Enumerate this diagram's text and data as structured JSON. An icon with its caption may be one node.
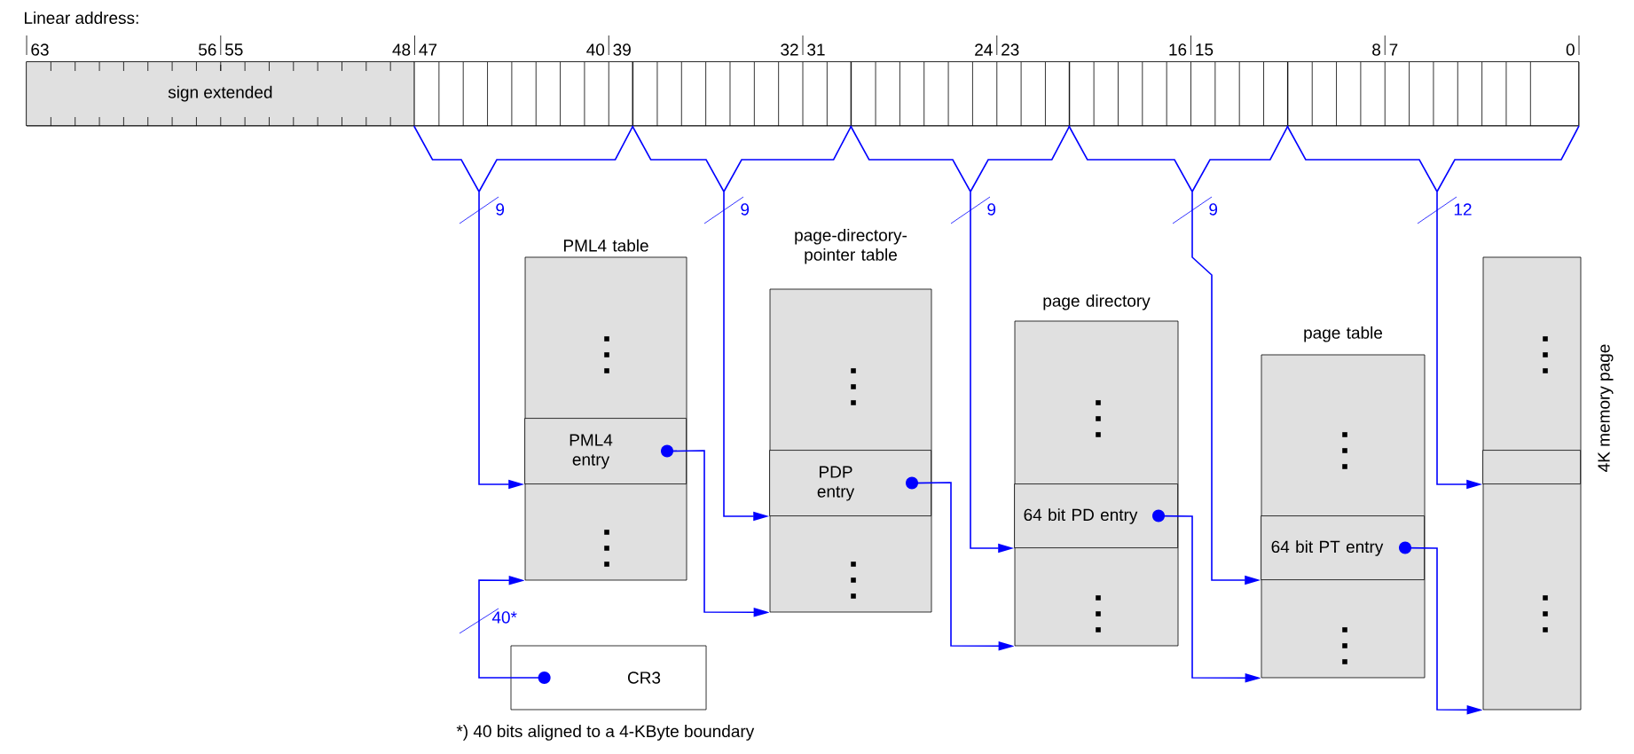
{
  "diagram": {
    "nodes": [
      {
        "text": [
          "Linear address:"
        ]
      },
      {
        "text": [
          "sign extended"
        ],
        "in": 0
      },
      {
        "text": [],
        "shape": "box",
        "in": 0
      },
      {
        "text": [],
        "shape": "box",
        "in": 0
      },
      {
        "text": [],
        "shape": "box",
        "in": 0
      },
      {
        "text": [],
        "shape": "box",
        "in": 0
      },
      {
        "text": [],
        "shape": "box",
        "in": 0
      },
      {
        "text": [
          "PML4 table"
        ]
      },
      {
        "text": [
          "PML4 entry"
        ],
        "in": 7
      },
      {
        "text": [
          "page-directory-pointer table"
        ]
      },
      {
        "text": [
          "PDP entry"
        ],
        "in": 9
      },
      {
        "text": [
          "page directory"
        ]
      },
      {
        "text": [
          "64 bit PD entry"
        ],
        "in": 11
      },
      {
        "text": [
          "page table"
        ]
      },
      {
        "text": [
          "64 bit PT entry"
        ],
        "in": 13
      },
      {
        "text": [
          "4K memory page"
        ]
      },
      {
        "text": [],
        "shape": "box",
        "in": 15
      },
      {
        "text": [
          "CR3"
        ]
      }
    ],
    "edges": [
      {
        "from": 2,
        "to": 8,
        "arrow": "to",
        "label": "9"
      },
      {
        "from": 3,
        "to": 10,
        "arrow": "to",
        "label": "9"
      },
      {
        "from": 4,
        "to": 12,
        "arrow": "to",
        "label": "9"
      },
      {
        "from": 5,
        "to": 14,
        "arrow": "to",
        "label": "9"
      },
      {
        "from": 6,
        "to": 16,
        "arrow": "to",
        "label": "12"
      },
      {
        "from": 17,
        "to": 7,
        "arrow": "to",
        "label": "40*"
      },
      {
        "from": 8,
        "to": 9,
        "arrow": "to"
      },
      {
        "from": 10,
        "to": 11,
        "arrow": "to"
      },
      {
        "from": 12,
        "to": 13,
        "arrow": "to"
      },
      {
        "from": 14,
        "to": 15,
        "arrow": "to"
      }
    ],
    "labels": [
      "63",
      "56",
      "55",
      "48",
      "47",
      "40",
      "39",
      "32",
      "31",
      "24",
      "23",
      "16",
      "15",
      "8",
      "7",
      "0",
      "*) 40 bits aligned to a 4-KByte boundary"
    ]
  }
}
